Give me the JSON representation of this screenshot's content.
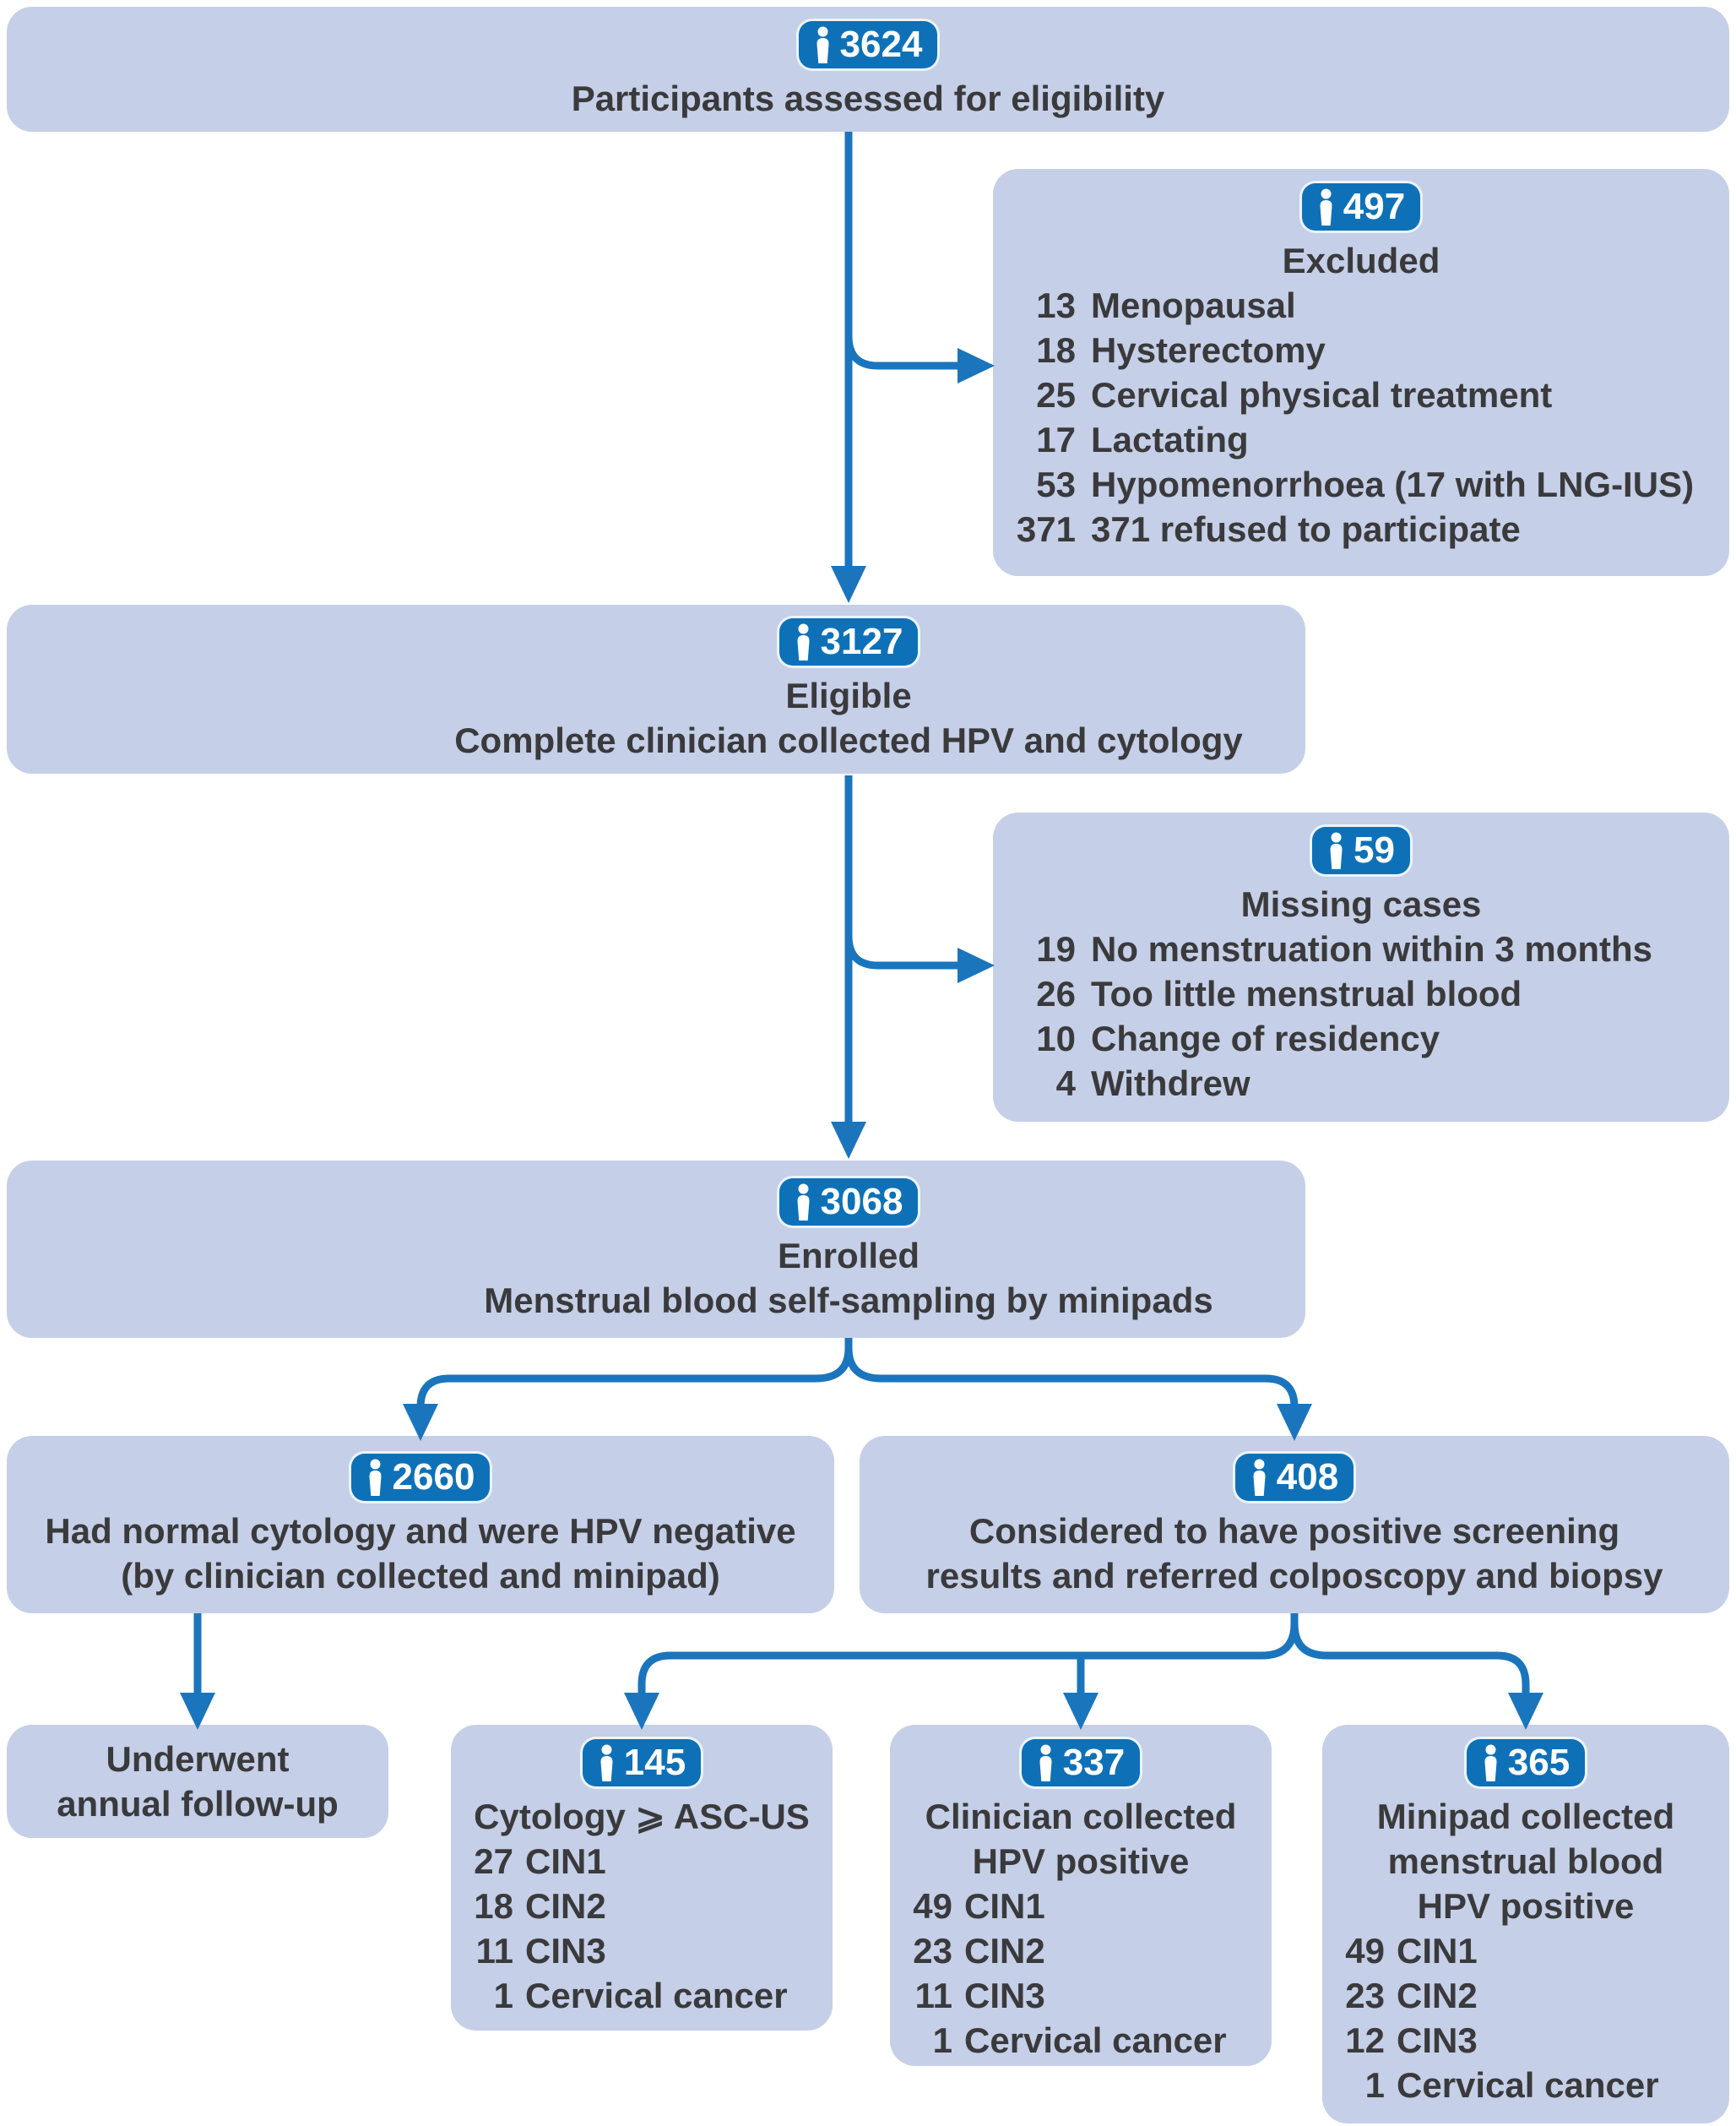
{
  "colors": {
    "page_bg": "#ffffff",
    "box_fill": "#c5cfe7",
    "badge_fill": "#0e71b8",
    "badge_text": "#ffffff",
    "accent": "#1a75bd",
    "text": "#3a3a3c"
  },
  "icons": {
    "badge": "person-icon"
  },
  "nodes": {
    "participants": {
      "badge": "3624",
      "lines": [
        "Participants assessed for eligibility"
      ]
    },
    "excluded": {
      "badge": "497",
      "title": "Excluded",
      "items": [
        {
          "n": "13",
          "label": "Menopausal"
        },
        {
          "n": "18",
          "label": "Hysterectomy"
        },
        {
          "n": "25",
          "label": "Cervical physical treatment"
        },
        {
          "n": "17",
          "label": "Lactating"
        },
        {
          "n": "53",
          "label": "Hypomenorrhoea (17 with LNG-IUS)"
        },
        {
          "n": "371",
          "label": "371 refused to participate"
        }
      ]
    },
    "eligible": {
      "badge": "3127",
      "lines": [
        "Eligible",
        "Complete clinician collected HPV and cytology"
      ]
    },
    "missing": {
      "badge": "59",
      "title": "Missing cases",
      "items": [
        {
          "n": "19",
          "label": "No menstruation within 3 months"
        },
        {
          "n": "26",
          "label": "Too little menstrual blood"
        },
        {
          "n": "10",
          "label": "Change of residency"
        },
        {
          "n": "4",
          "label": "Withdrew"
        }
      ]
    },
    "enrolled": {
      "badge": "3068",
      "lines": [
        "Enrolled",
        "Menstrual blood self-sampling by minipads"
      ]
    },
    "negative": {
      "badge": "2660",
      "lines": [
        "Had normal cytology and were HPV negative",
        "(by clinician collected and minipad)"
      ]
    },
    "positive": {
      "badge": "408",
      "lines": [
        "Considered to have positive screening",
        "results and referred colposcopy and biopsy"
      ]
    },
    "followup": {
      "lines": [
        "Underwent",
        "annual follow-up"
      ]
    },
    "cytology": {
      "badge": "145",
      "title_lines": [
        "Cytology ⩾ ASC-US"
      ],
      "items": [
        {
          "n": "27",
          "label": "CIN1"
        },
        {
          "n": "18",
          "label": "CIN2"
        },
        {
          "n": "11",
          "label": "CIN3"
        },
        {
          "n": "1",
          "label": "Cervical cancer"
        }
      ]
    },
    "clinician": {
      "badge": "337",
      "title_lines": [
        "Clinician collected",
        "HPV positive"
      ],
      "items": [
        {
          "n": "49",
          "label": "CIN1"
        },
        {
          "n": "23",
          "label": "CIN2"
        },
        {
          "n": "11",
          "label": "CIN3"
        },
        {
          "n": "1",
          "label": "Cervical cancer"
        }
      ]
    },
    "minipad": {
      "badge": "365",
      "title_lines": [
        "Minipad collected",
        "menstrual blood",
        "HPV positive"
      ],
      "items": [
        {
          "n": "49",
          "label": "CIN1"
        },
        {
          "n": "23",
          "label": "CIN2"
        },
        {
          "n": "12",
          "label": "CIN3"
        },
        {
          "n": "1",
          "label": "Cervical cancer"
        }
      ]
    }
  }
}
